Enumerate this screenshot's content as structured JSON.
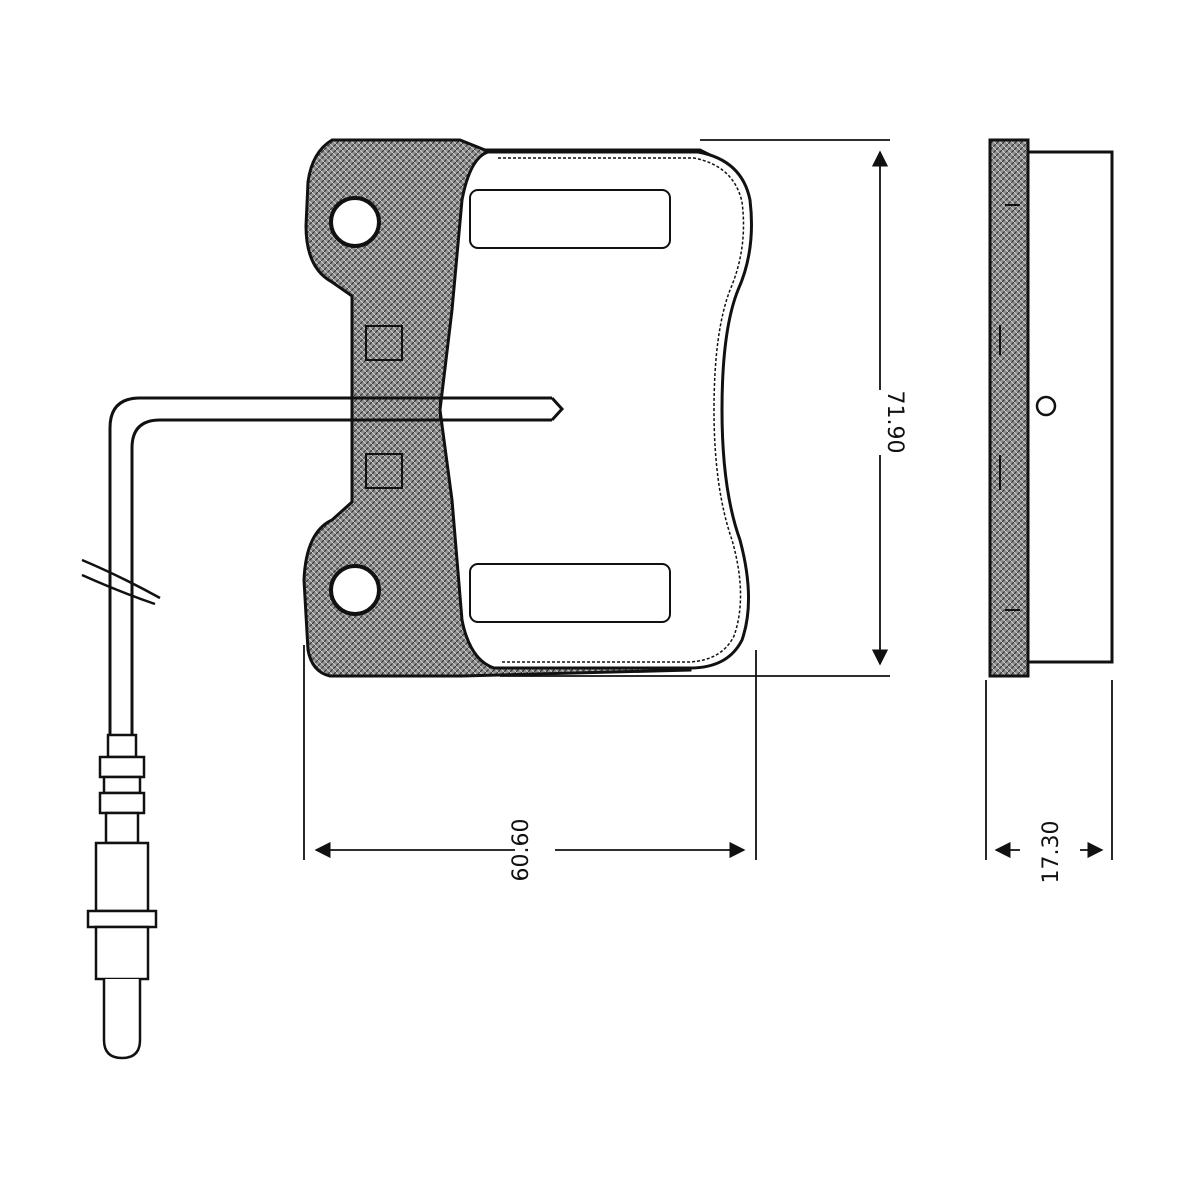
{
  "dimensions": {
    "width": "60.60",
    "height": "71.90",
    "thickness": "17.30"
  },
  "colors": {
    "line": "#111111",
    "hatch": "#555555",
    "plate_fill": "#9a9a9a",
    "background": "#ffffff"
  },
  "icons": {
    "sensor": "wear-sensor-icon",
    "pad": "brake-pad-outline"
  }
}
